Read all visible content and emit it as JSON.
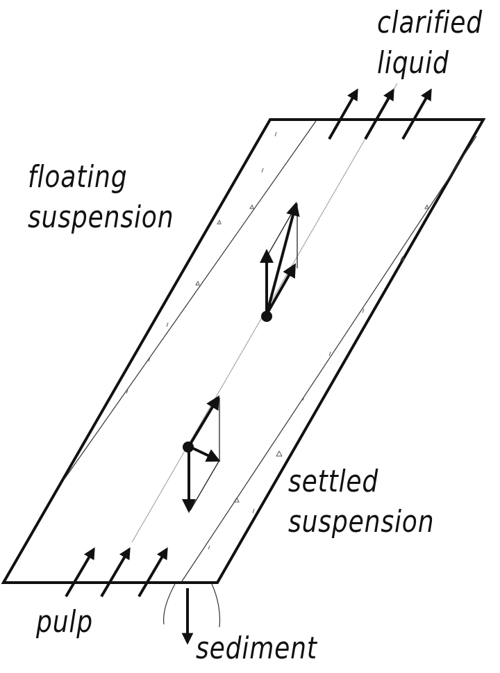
{
  "labels": {
    "clarified_line1": "clarified",
    "clarified_line2": "liquid",
    "floating_line1": "floating",
    "floating_line2": "suspension",
    "settled_line1": "settled",
    "settled_line2": "suspension",
    "pulp": "pulp",
    "sediment": "sediment"
  },
  "colors": {
    "stroke": "#111111",
    "thin": "#333333",
    "centerline": "#999999"
  }
}
